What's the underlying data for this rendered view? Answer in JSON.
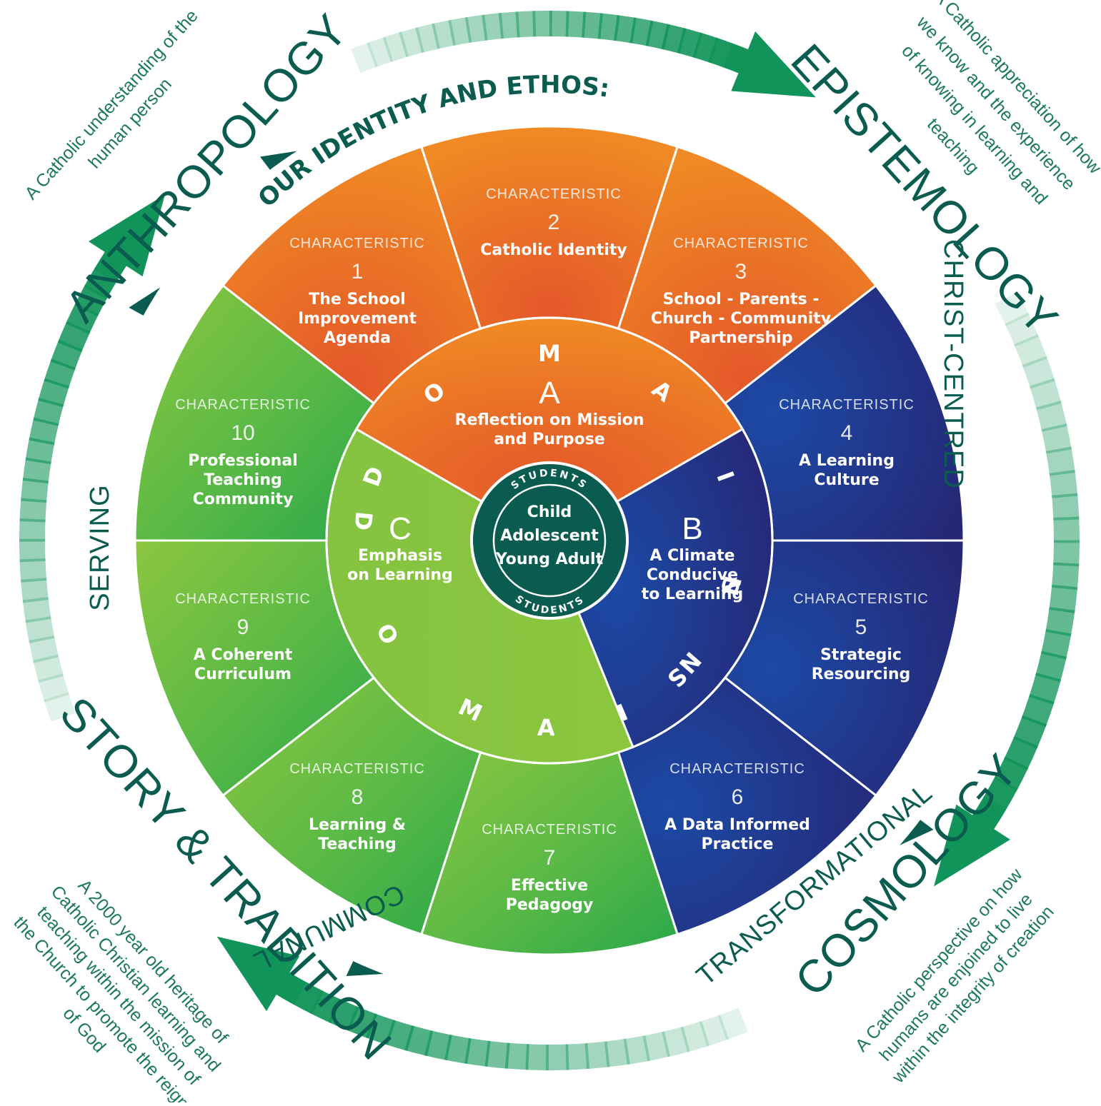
{
  "identity_heading": "OUR IDENTITY AND ETHOS:",
  "outer": {
    "anthropology": {
      "title": "ANTHROPOLOGY",
      "desc": [
        "A Catholic understanding of the",
        "human person"
      ]
    },
    "epistemology": {
      "title": "EPISTEMOLOGY",
      "desc": [
        "A Catholic appreciation of how",
        "we know and the experience",
        "of knowing in learning and",
        "teaching"
      ]
    },
    "cosmology": {
      "title": "COSMOLOGY",
      "desc": [
        "A Catholic perspective on how",
        "humans are enjoined to live",
        "within the integrity of creation"
      ]
    },
    "story_tradition": {
      "title": "STORY & TRADITION",
      "desc": [
        "A 2000 year old heritage of",
        "Catholic Christian learning and",
        "teaching within the mission of",
        "the Church to promote the reign",
        "of God"
      ]
    }
  },
  "values": {
    "christ_centred": "CHRIST-CENTRED",
    "transformational": "TRANSFORMATIONAL",
    "communal": "COMMUNAL",
    "serving": "SERVING"
  },
  "characteristic_label": "CHARACTERISTIC",
  "characteristics": [
    {
      "num": "1",
      "name": [
        "The School",
        "Improvement",
        "Agenda"
      ]
    },
    {
      "num": "2",
      "name": [
        "Catholic Identity"
      ]
    },
    {
      "num": "3",
      "name": [
        "School - Parents -",
        "Church - Community",
        "Partnership"
      ]
    },
    {
      "num": "4",
      "name": [
        "A Learning",
        "Culture"
      ]
    },
    {
      "num": "5",
      "name": [
        "Strategic",
        "Resourcing"
      ]
    },
    {
      "num": "6",
      "name": [
        "A Data Informed",
        "Practice"
      ]
    },
    {
      "num": "7",
      "name": [
        "Effective",
        "Pedagogy"
      ]
    },
    {
      "num": "8",
      "name": [
        "Learning &",
        "Teaching"
      ]
    },
    {
      "num": "9",
      "name": [
        "A Coherent",
        "Curriculum"
      ]
    },
    {
      "num": "10",
      "name": [
        "Professional",
        "Teaching",
        "Community"
      ]
    }
  ],
  "domains_word": "DOMAINS",
  "domains": [
    {
      "letter": "A",
      "name": [
        "Reflection on Mission",
        "and Purpose"
      ]
    },
    {
      "letter": "B",
      "name": [
        "A Climate",
        "Conducive",
        "to Learning"
      ]
    },
    {
      "letter": "C",
      "name": [
        "Emphasis",
        "on Learning"
      ]
    }
  ],
  "center": {
    "ring_word": "STUDENTS",
    "lines": [
      "Child",
      "Adolescent",
      "Young Adult"
    ]
  },
  "colors": {
    "orange": "#ef7a22",
    "orange_dark": "#e4582a",
    "blue": "#1f3f94",
    "blue_dark": "#262874",
    "green": "#8cc63f",
    "green_dark": "#2aa84a",
    "teal": "#0b5c50",
    "arrow_green": "#0f8a55"
  }
}
